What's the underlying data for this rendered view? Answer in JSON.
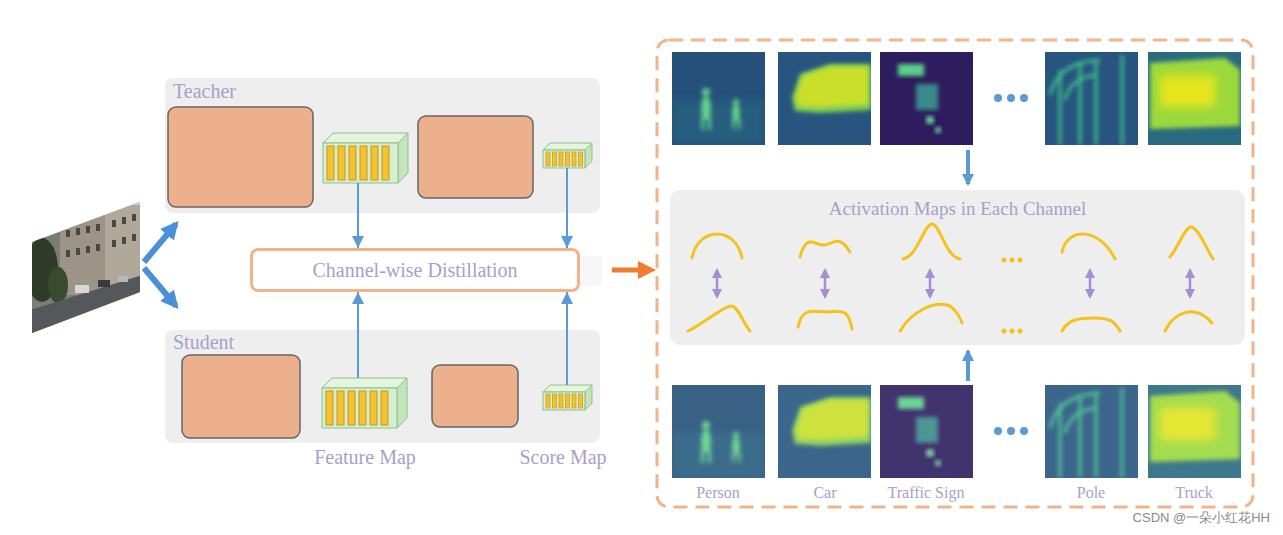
{
  "diagram": {
    "nodes": [
      {
        "text": [
          "Teacher"
        ]
      },
      {
        "text": [
          "Channel-wise Distillation"
        ]
      },
      {
        "text": [
          "Student"
        ]
      },
      {
        "text": [
          "Activation Maps in Each Channel"
        ]
      }
    ],
    "edges": [
      {
        "from": 0,
        "to": 1,
        "arrow": "to"
      },
      {
        "from": 0,
        "to": 1,
        "arrow": "to"
      },
      {
        "from": 2,
        "to": 1,
        "arrow": "to"
      },
      {
        "from": 2,
        "to": 1,
        "arrow": "to"
      }
    ],
    "labels": [
      "Feature Map",
      "Score Map",
      "Person",
      "Car",
      "Traffic Sign",
      "Pole",
      "Truck",
      "CSDN @一朵小红花HH"
    ]
  }
}
